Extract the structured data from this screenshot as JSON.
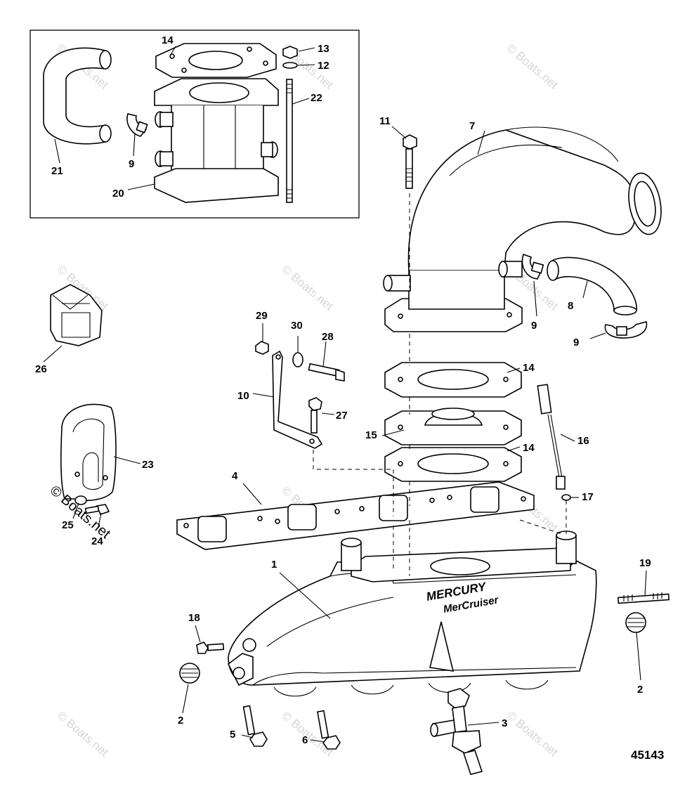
{
  "diagram": {
    "figure_number": "45143",
    "watermark": "© Boats.net",
    "brand_logo": "MERCURY",
    "brand_sub": "MerCruiser",
    "callouts": {
      "c1": "1",
      "c2a": "2",
      "c2b": "2",
      "c3": "3",
      "c4": "4",
      "c5": "5",
      "c6": "6",
      "c7": "7",
      "c8": "8",
      "c9a": "9",
      "c9b": "9",
      "c9c": "9",
      "c10": "10",
      "c11": "11",
      "c12": "12",
      "c13": "13",
      "c14a": "14",
      "c14b": "14",
      "c14c": "14",
      "c15": "15",
      "c16": "16",
      "c17": "17",
      "c18": "18",
      "c19": "19",
      "c20": "20",
      "c21": "21",
      "c22": "22",
      "c23": "23",
      "c24": "24",
      "c25": "25",
      "c26": "26",
      "c27": "27",
      "c28": "28",
      "c29": "29",
      "c30": "30"
    }
  }
}
